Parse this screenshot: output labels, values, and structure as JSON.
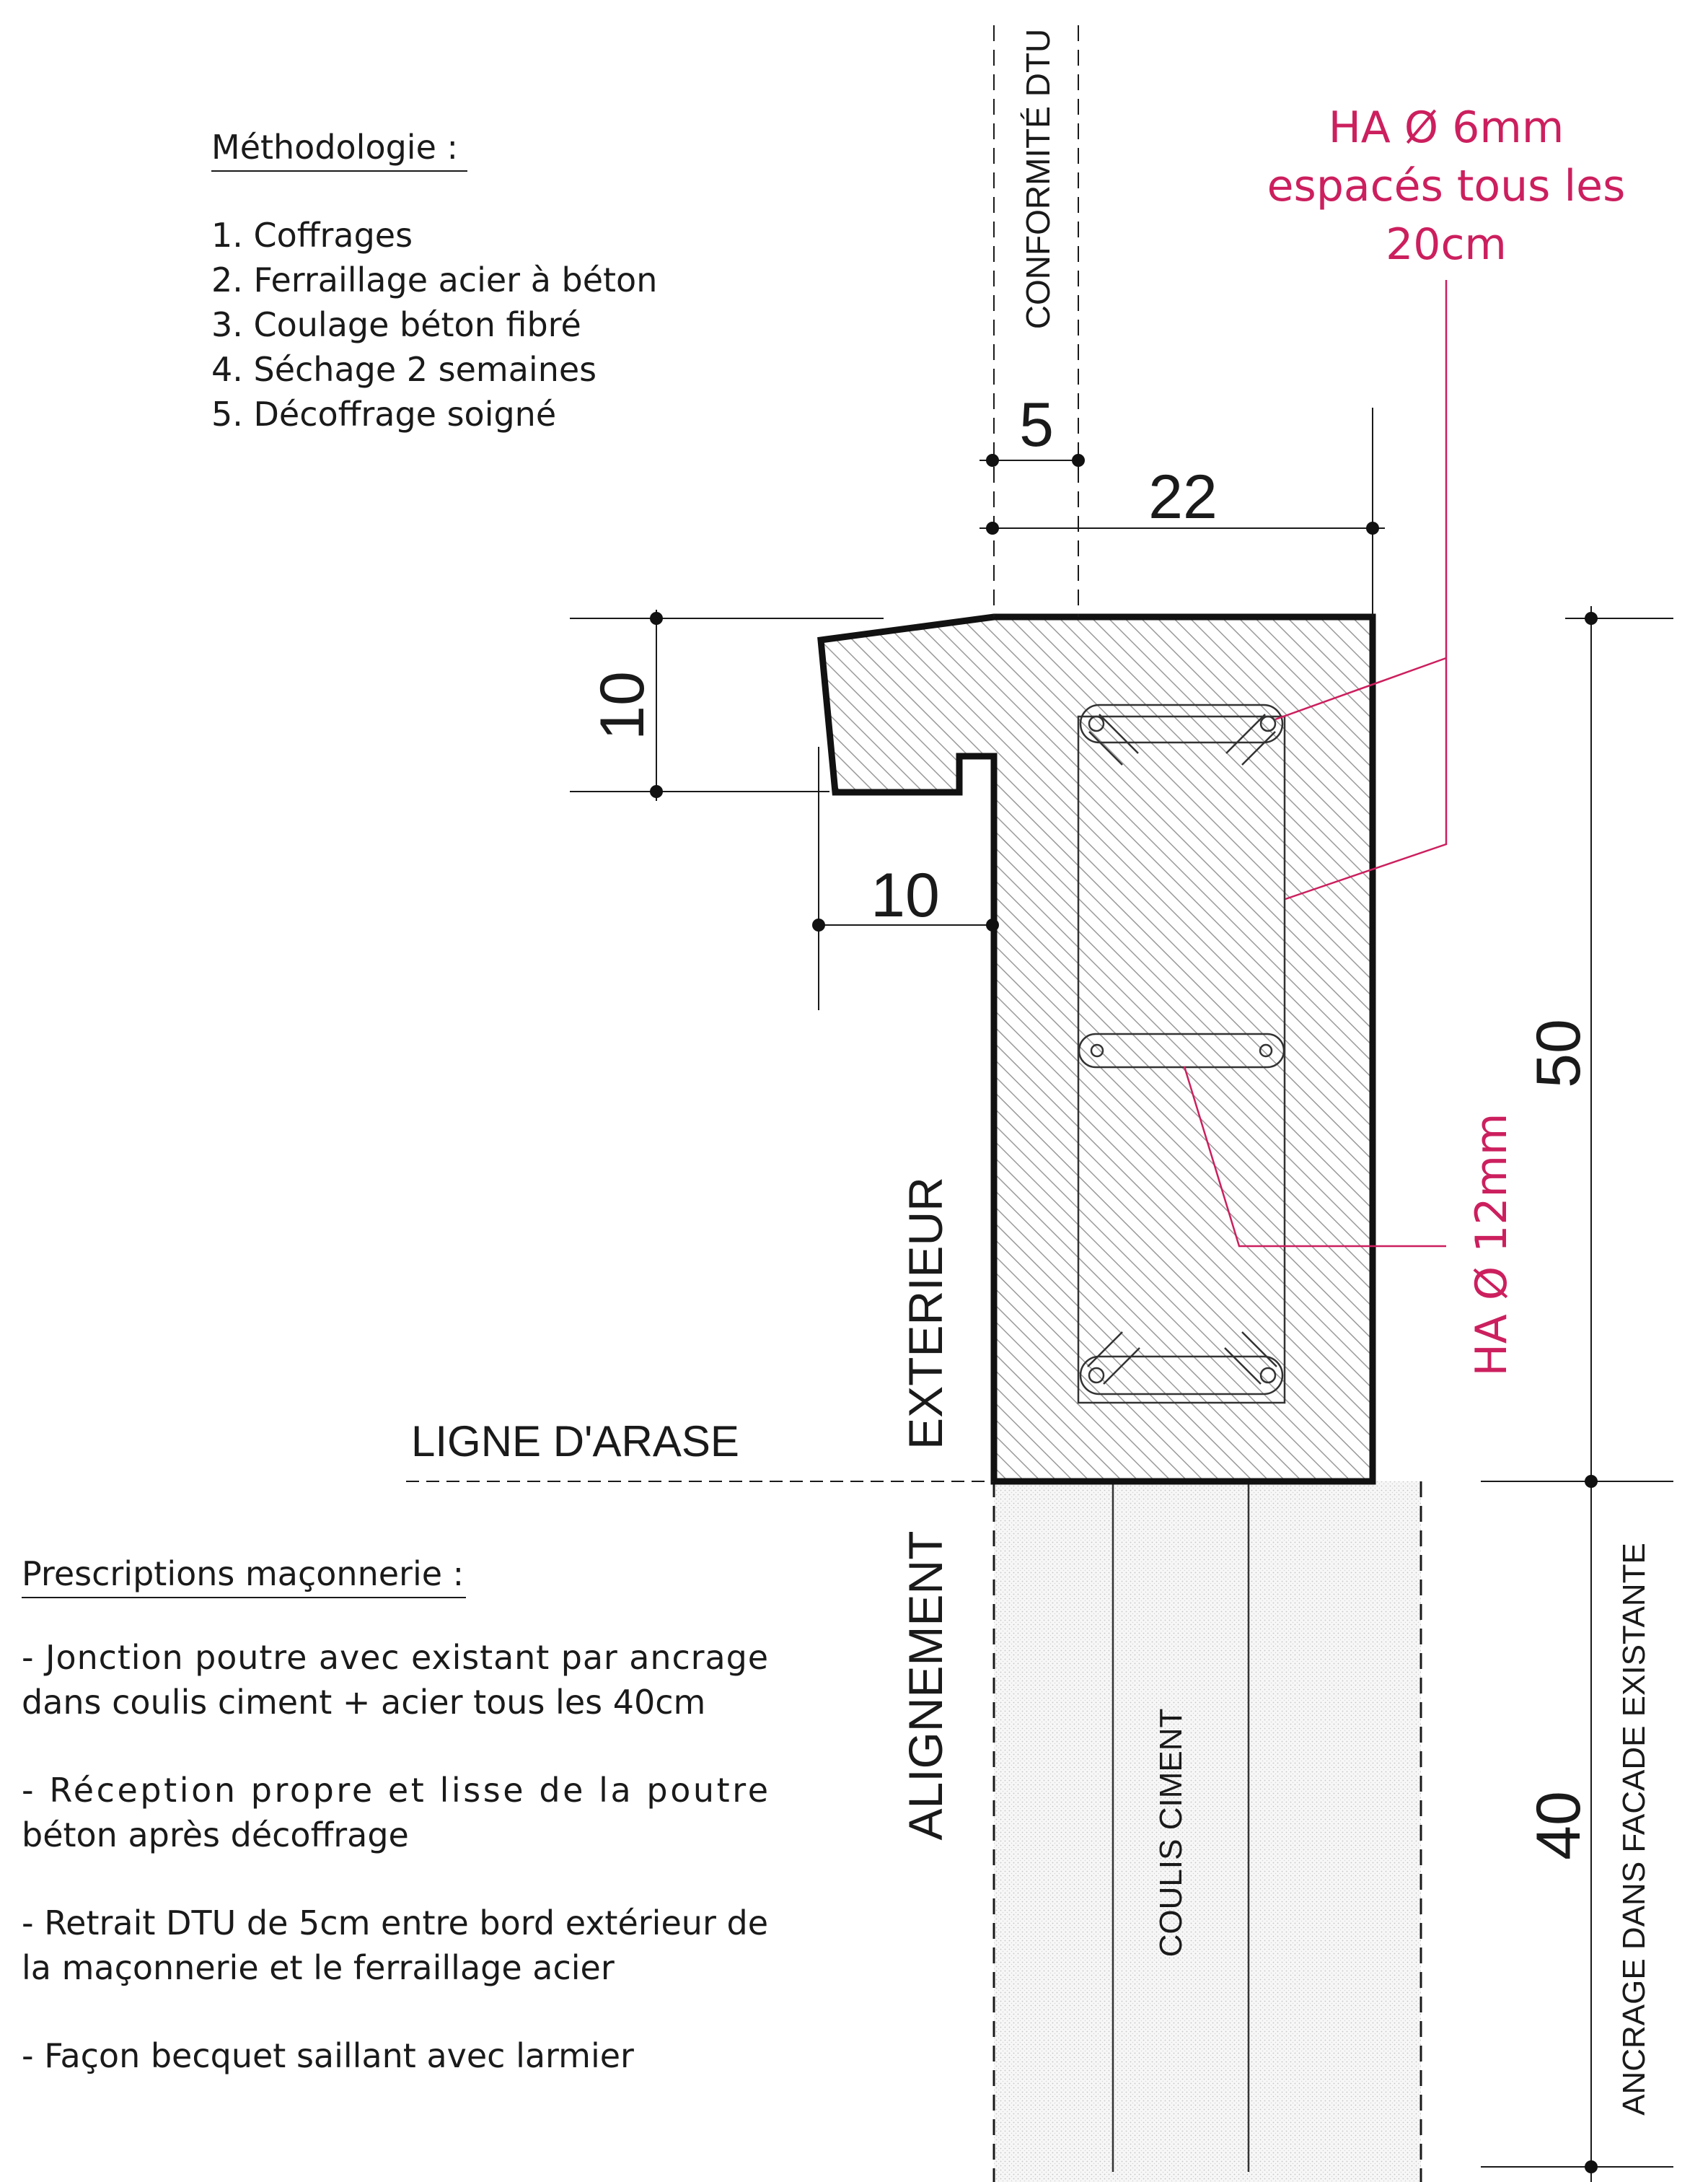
{
  "methodology": {
    "title": "Méthodologie :",
    "steps": [
      "1. Coffrages",
      "2. Ferraillage acier à béton",
      "3. Coulage béton fibré",
      "4. Séchage 2 semaines",
      "5. Décoffrage soigné"
    ]
  },
  "prescriptions": {
    "title": "Prescriptions maçonnerie :",
    "lines": [
      "- Jonction poutre avec existant par ancrage",
      "dans coulis ciment + acier tous les 40cm",
      "- Réception propre et lisse de la poutre",
      "béton après décoffrage",
      "- Retrait DTU de 5cm entre bord extérieur de",
      "la maçonnerie et le ferraillage acier",
      "- Façon becquet saillant avec larmier"
    ]
  },
  "labels": {
    "dtu": "CONFORMITÉ DTU",
    "arase": "LIGNE D'ARASE",
    "exterieur": "EXTERIEUR",
    "alignement": "ALIGNEMENT",
    "coulis": "COULIS CIMENT",
    "ancrage": "ANCRAGE DANS FACADE EXISTANTE"
  },
  "dimensions": {
    "dtu_offset": "5",
    "beam_width": "22",
    "nose_height": "10",
    "nose_depth": "10",
    "beam_height": "50",
    "anchor_depth": "40"
  },
  "rebar_notes": {
    "stirrups": [
      "HA Ø 6mm",
      "espacés tous les",
      "20cm"
    ],
    "main_bars": "HA Ø 12mm"
  },
  "colors": {
    "ink": "#1a1a1a",
    "annotation": "#cc1f5e",
    "hatch": "#9a9a9a",
    "concrete_fill": "#f6f6f6"
  }
}
